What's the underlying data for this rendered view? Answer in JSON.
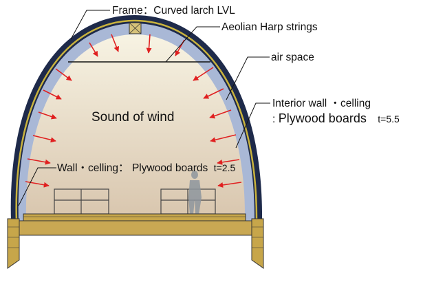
{
  "labels": {
    "frame": "Frame：Curved  larch LVL",
    "strings": "Aeolian Harp strings",
    "air_space": "air space",
    "interior_wall_line1": "Interior wall ・celling",
    "interior_wall_colon": ":",
    "interior_wall_material": "Plywood boards",
    "interior_wall_thickness": "t=5.5",
    "center": "Sound of wind",
    "wall_celling_prefix": "Wall・celling：",
    "wall_celling_material": "Plywood boards",
    "wall_celling_thickness": "t=2.5"
  },
  "colors": {
    "outer_shell": "#1e2a4a",
    "frame_layer": "#c9b33d",
    "air_space": "#a9b8d6",
    "interior_gradient_top": "#f7f3e3",
    "interior_gradient_bottom": "#d8c5ad",
    "arrow": "#e02020",
    "floor": "#c7a64a",
    "leader": "#111111"
  }
}
